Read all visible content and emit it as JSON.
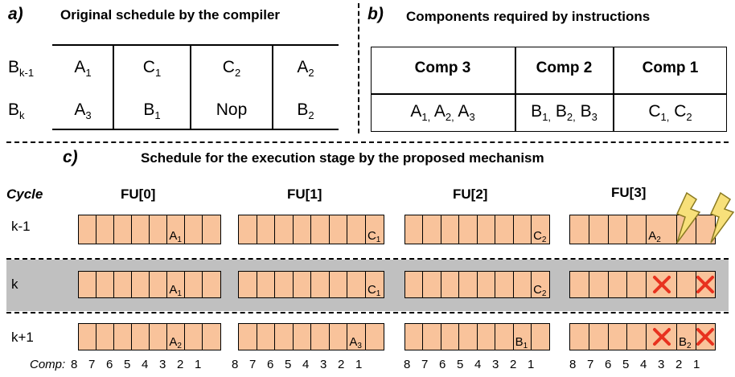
{
  "panel_a": {
    "tag": "a)",
    "title": "Original schedule by the compiler",
    "rows": [
      {
        "label": "B",
        "label_sub": "k-1",
        "cells": [
          {
            "t": "A",
            "s": "1"
          },
          {
            "t": "C",
            "s": "1"
          },
          {
            "t": "C",
            "s": "2"
          },
          {
            "t": "A",
            "s": "2"
          }
        ]
      },
      {
        "label": "B",
        "label_sub": "k",
        "cells": [
          {
            "t": "A",
            "s": "3"
          },
          {
            "t": "B",
            "s": "1"
          },
          {
            "t": "Nop",
            "s": ""
          },
          {
            "t": "B",
            "s": "2"
          }
        ]
      }
    ]
  },
  "panel_b": {
    "tag": "b)",
    "title": "Components required by instructions",
    "headers": [
      "Comp 3",
      "Comp 2",
      "Comp 1"
    ],
    "values": [
      "A1, A2, A3",
      "B1, B2, B3",
      "C1, C2"
    ]
  },
  "panel_c": {
    "tag": "c)",
    "title": "Schedule for the execution stage by the proposed mechanism",
    "cycle_header": "Cycle",
    "fu_titles": [
      "FU[0]",
      "FU[1]",
      "FU[2]",
      "FU[3]"
    ],
    "cycles": [
      "k-1",
      "k",
      "k+1"
    ],
    "comp_label": "Comp:",
    "comp_numbers": [
      "8",
      "7",
      "6",
      "5",
      "4",
      "3",
      "2",
      "1"
    ],
    "rows": [
      [
        {
          "slots": 8,
          "ops": [
            {
              "pos": 5,
              "t": "A",
              "s": "1"
            }
          ],
          "x": []
        },
        {
          "slots": 8,
          "ops": [
            {
              "pos": 7,
              "t": "C",
              "s": "1"
            }
          ],
          "x": []
        },
        {
          "slots": 8,
          "ops": [
            {
              "pos": 7,
              "t": "C",
              "s": "2"
            }
          ],
          "x": []
        },
        {
          "slots": 7,
          "ops": [
            {
              "pos": 4,
              "t": "A",
              "s": "2"
            }
          ],
          "x": []
        }
      ],
      [
        {
          "slots": 8,
          "ops": [
            {
              "pos": 5,
              "t": "A",
              "s": "1"
            }
          ],
          "x": []
        },
        {
          "slots": 8,
          "ops": [
            {
              "pos": 7,
              "t": "C",
              "s": "1"
            }
          ],
          "x": []
        },
        {
          "slots": 8,
          "ops": [
            {
              "pos": 7,
              "t": "C",
              "s": "2"
            }
          ],
          "x": []
        },
        {
          "slots": 7,
          "ops": [],
          "x": [
            4,
            6
          ]
        }
      ],
      [
        {
          "slots": 8,
          "ops": [
            {
              "pos": 5,
              "t": "A",
              "s": "2"
            }
          ],
          "x": []
        },
        {
          "slots": 8,
          "ops": [
            {
              "pos": 6,
              "t": "A",
              "s": "3"
            }
          ],
          "x": []
        },
        {
          "slots": 8,
          "ops": [
            {
              "pos": 6,
              "t": "B",
              "s": "1"
            }
          ],
          "x": []
        },
        {
          "slots": 7,
          "ops": [
            {
              "pos": 5,
              "t": "B",
              "s": "2"
            }
          ],
          "x": [
            4,
            6
          ]
        }
      ]
    ],
    "colors": {
      "slot_fill": "#f9c39b",
      "x_mark": "#e8321f",
      "band": "#c0c0c0",
      "lightning": "#f7e07a"
    }
  }
}
